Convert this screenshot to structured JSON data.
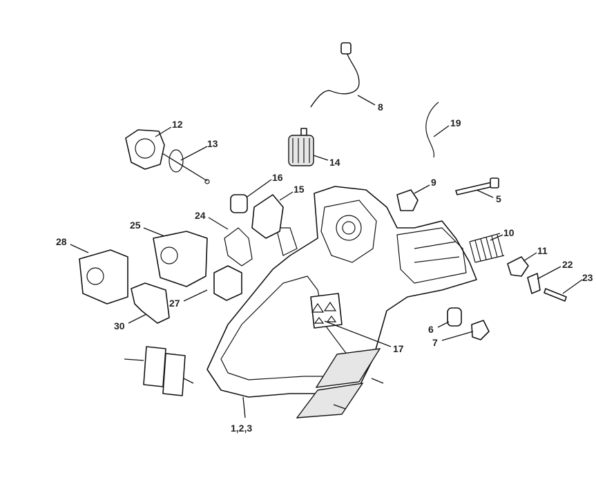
{
  "diagram": {
    "type": "exploded-parts-diagram",
    "callouts": [
      "12",
      "13",
      "8",
      "19",
      "14",
      "16",
      "15",
      "9",
      "5",
      "24",
      "25",
      "10",
      "28",
      "11",
      "22",
      "23",
      "27",
      "6",
      "7",
      "17",
      "30",
      "1,2,3"
    ]
  }
}
